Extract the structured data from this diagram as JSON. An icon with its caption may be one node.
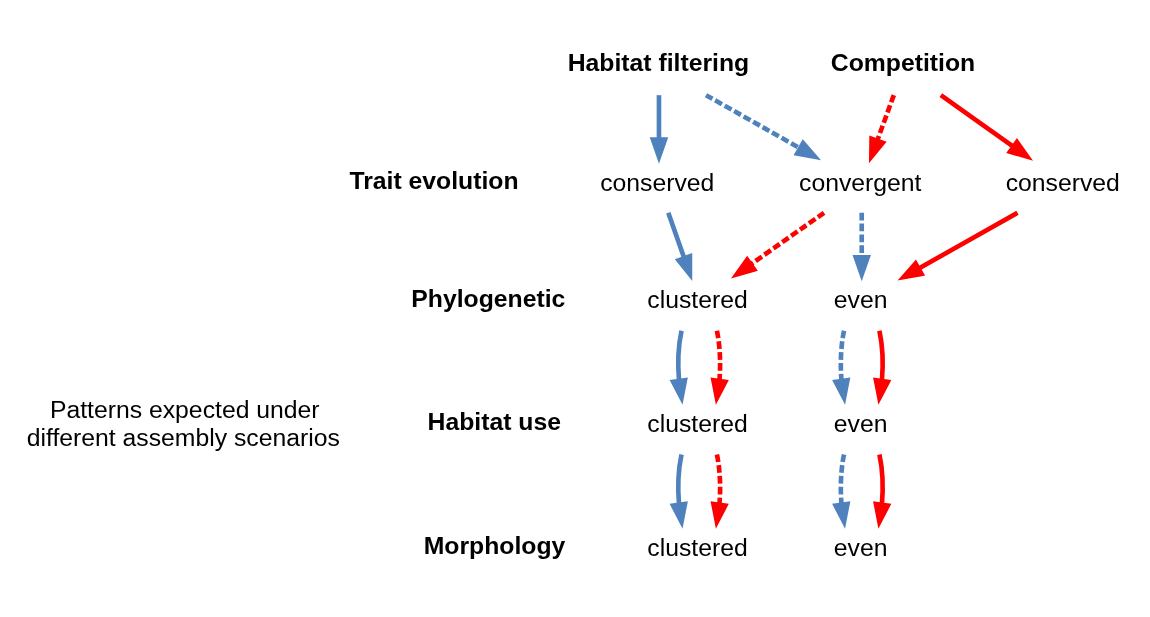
{
  "diagram": {
    "nodes": [
      {
        "text": [
          "Habitat filtering"
        ]
      },
      {
        "text": [
          "Competition"
        ]
      },
      {
        "text": [
          "conserved"
        ]
      },
      {
        "text": [
          "convergent"
        ]
      },
      {
        "text": [
          "conserved"
        ]
      },
      {
        "text": [
          "clustered"
        ]
      },
      {
        "text": [
          "even"
        ]
      },
      {
        "text": [
          "clustered"
        ]
      },
      {
        "text": [
          "even"
        ]
      },
      {
        "text": [
          "clustered"
        ]
      },
      {
        "text": [
          "even"
        ]
      }
    ],
    "edges": [
      {
        "from": 0,
        "to": 2,
        "arrow": "to",
        "color": "#4f81bd"
      },
      {
        "from": 0,
        "to": 3,
        "arrow": "to",
        "style": "dashed",
        "color": "#4f81bd"
      },
      {
        "from": 1,
        "to": 3,
        "arrow": "to",
        "style": "dashed",
        "color": "#ff0000"
      },
      {
        "from": 1,
        "to": 4,
        "arrow": "to",
        "color": "#ff0000"
      },
      {
        "from": 2,
        "to": 5,
        "arrow": "to",
        "color": "#4f81bd"
      },
      {
        "from": 3,
        "to": 5,
        "arrow": "to",
        "style": "dashed",
        "color": "#ff0000"
      },
      {
        "from": 3,
        "to": 6,
        "arrow": "to",
        "style": "dashed",
        "color": "#4f81bd"
      },
      {
        "from": 4,
        "to": 6,
        "arrow": "to",
        "color": "#ff0000"
      },
      {
        "from": 5,
        "to": 7,
        "arrow": "to",
        "color": "#4f81bd"
      },
      {
        "from": 5,
        "to": 7,
        "arrow": "to",
        "style": "dashed",
        "color": "#ff0000"
      },
      {
        "from": 6,
        "to": 8,
        "arrow": "to",
        "style": "dashed",
        "color": "#4f81bd"
      },
      {
        "from": 6,
        "to": 8,
        "arrow": "to",
        "color": "#ff0000"
      },
      {
        "from": 7,
        "to": 9,
        "arrow": "to",
        "color": "#4f81bd"
      },
      {
        "from": 7,
        "to": 9,
        "arrow": "to",
        "style": "dashed",
        "color": "#ff0000"
      },
      {
        "from": 8,
        "to": 10,
        "arrow": "to",
        "style": "dashed",
        "color": "#4f81bd"
      },
      {
        "from": 8,
        "to": 10,
        "arrow": "to",
        "color": "#ff0000"
      }
    ],
    "labels": [
      "Trait evolution",
      "Phylogenetic",
      "Habitat use",
      "Morphology",
      "Patterns expected under different assembly scenarios"
    ]
  }
}
